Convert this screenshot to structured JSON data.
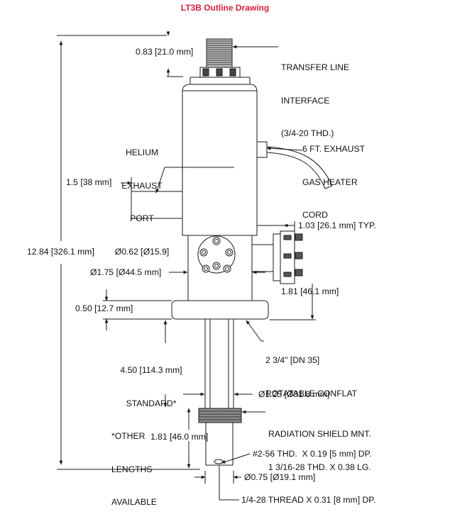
{
  "title": "LT3B Outline Drawing",
  "colors": {
    "title": "#d21f3c",
    "line": "#1a1a1a",
    "body_fill": "#ffffff",
    "thread_fill": "#8c8c8c"
  },
  "labels": {
    "top_height": "0.83 [21.0 mm]",
    "transfer_line": [
      "TRANSFER LINE",
      "INTERFACE",
      "(3/4-20 THD.)"
    ],
    "helium": [
      "HELIUM",
      "EXHAUST",
      "PORT",
      "Ø0.62 [Ø15.9]"
    ],
    "exhaust_heater": [
      "6 FT. EXHAUST",
      "GAS HEATER",
      "CORD"
    ],
    "port_length": "1.5 [38 mm]",
    "total_height": "12.84 [326.1 mm]",
    "flange_offset": "1.03 [26.1 mm] TYP.",
    "body_dia": "Ø1.75 [Ø44.5 mm]",
    "side_height": "1.81 [46.1 mm]",
    "flange_thickness": "0.50 [12.7 mm]",
    "conflat": [
      "2 3/4\" [DN 35]",
      "ROTATABLE CONFLAT"
    ],
    "stem_length": [
      "4.50 [114.3 mm]",
      "STANDARD*",
      "*OTHER",
      "LENGTHS",
      "AVAILABLE"
    ],
    "stem_dia": "Ø1.25 [Ø31.8 mm]",
    "radiation_shield": [
      "RADIATION SHIELD MNT.",
      "1 3/16-28 THD. X 0.38 LG."
    ],
    "tip_length": "1.81 [46.0 mm]",
    "tip_thread": "#2-56 THD.  X 0.19 [5 mm] DP.",
    "tip_dia": "Ø0.75 [Ø19.1 mm]",
    "bottom_thread": "1/4-28 THREAD X 0.31 [8 mm] DP."
  }
}
